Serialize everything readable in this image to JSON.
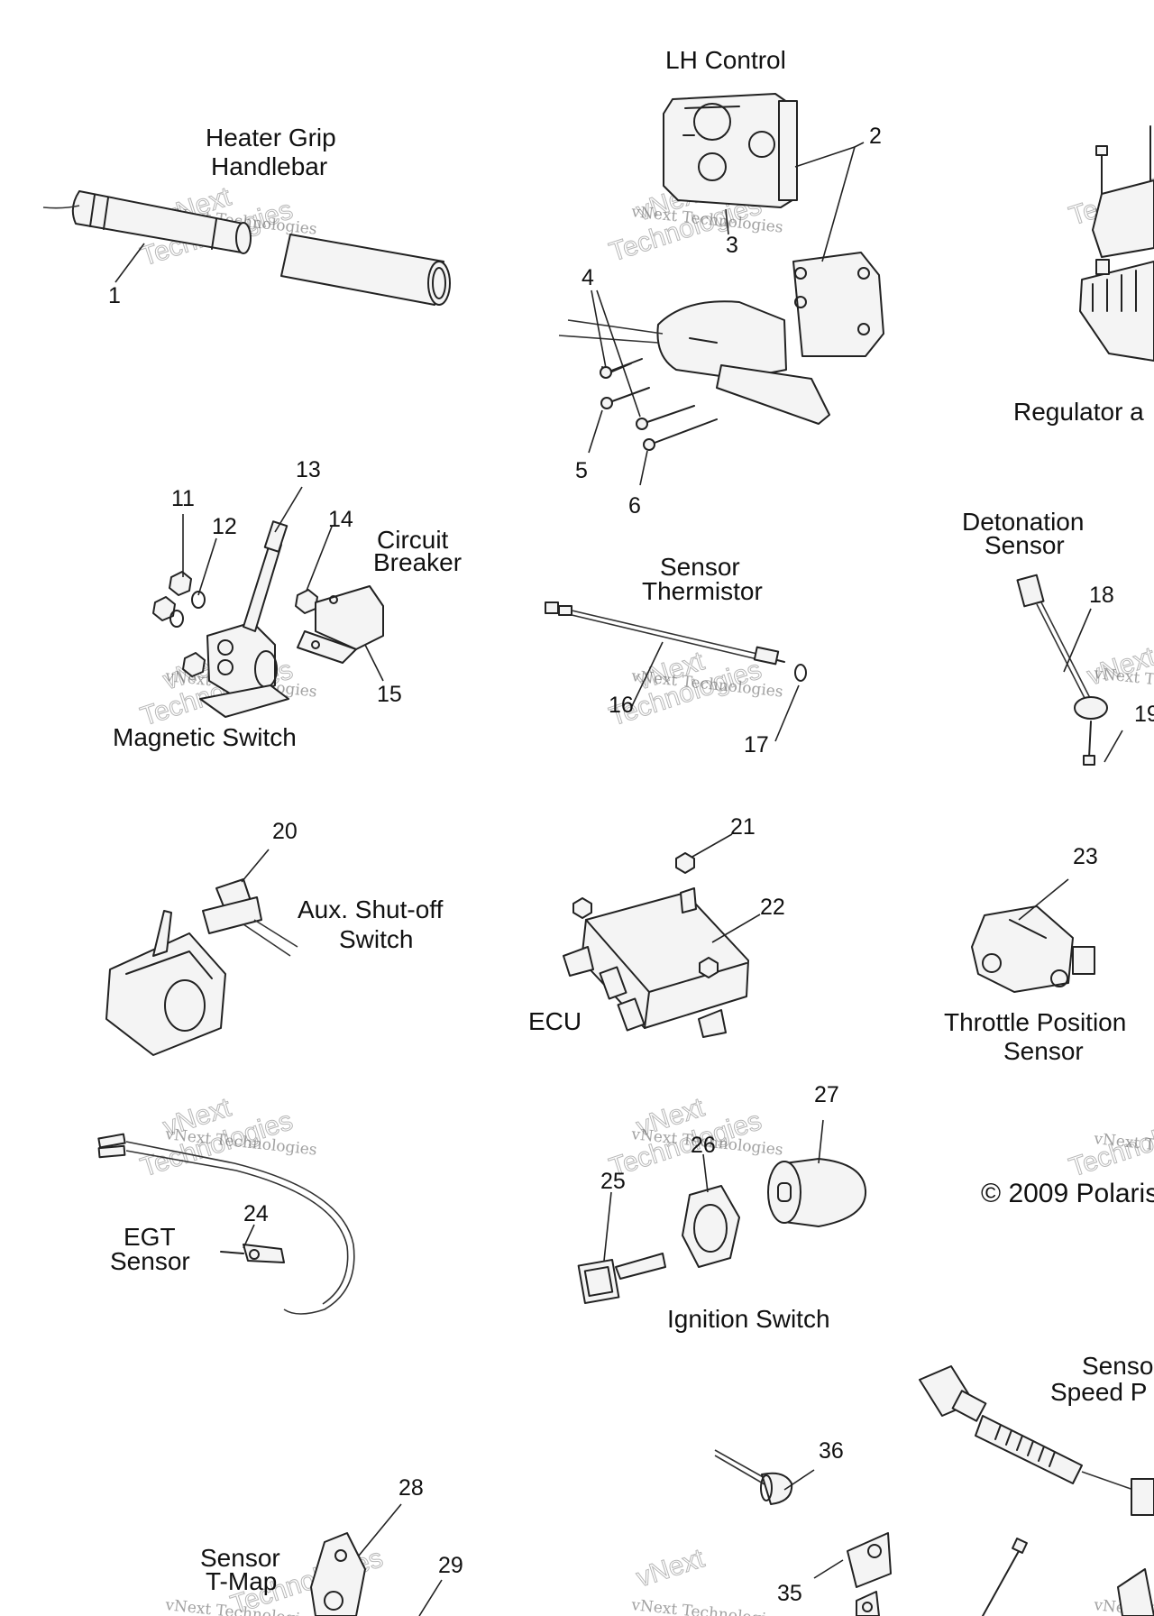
{
  "labels": {
    "heater_grip": [
      "Heater Grip",
      "Handlebar"
    ],
    "lh_control": "LH Control",
    "regulator": "Regulator a",
    "circuit_breaker": [
      "Circuit",
      "Breaker"
    ],
    "magnetic_switch": "Magnetic Switch",
    "sensor_thermistor": [
      "Sensor",
      "Thermistor"
    ],
    "detonation_sensor": [
      "Detonation",
      "Sensor"
    ],
    "aux_shutoff": [
      "Aux. Shut-off",
      "Switch"
    ],
    "ecu": "ECU",
    "throttle_position": [
      "Throttle Position",
      "Sensor"
    ],
    "egt_sensor": [
      "EGT",
      "Sensor"
    ],
    "ignition_switch": "Ignition Switch",
    "copyright": "© 2009 Polaris",
    "speed_sensor": [
      "Senso",
      "Speed P"
    ],
    "tmap_sensor": [
      "Sensor",
      "T-Map"
    ]
  },
  "callouts": [
    "1",
    "2",
    "3",
    "4",
    "5",
    "6",
    "11",
    "12",
    "13",
    "14",
    "15",
    "16",
    "17",
    "18",
    "19",
    "20",
    "21",
    "22",
    "23",
    "24",
    "25",
    "26",
    "27",
    "28",
    "29",
    "35",
    "36"
  ],
  "watermark": [
    "vNext Technologies",
    "vNext",
    "Technologies"
  ]
}
